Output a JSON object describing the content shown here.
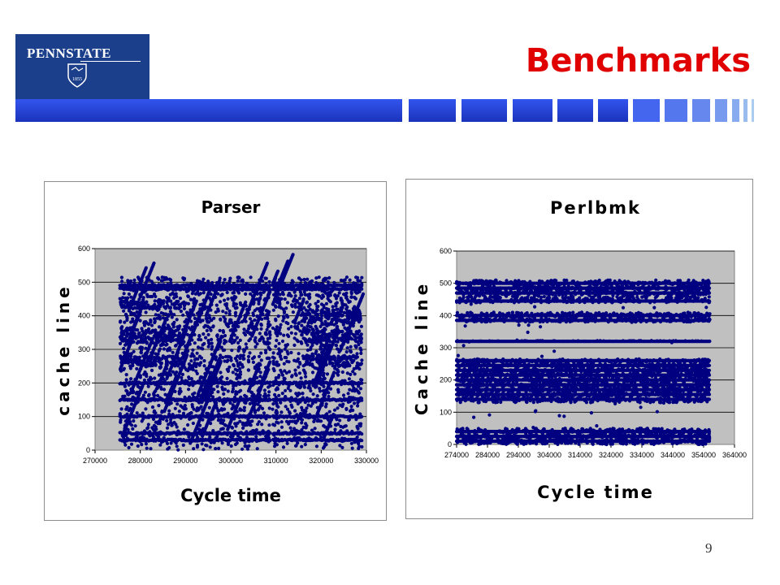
{
  "slide": {
    "title": "Benchmarks",
    "page_number": "9",
    "logo_text": "PENNSTATE",
    "logo_year": "1855",
    "title_color": "#e00000",
    "brand_color": "#1b3f8b",
    "accent_color": "#2244dd"
  },
  "chart_data": [
    {
      "type": "scatter",
      "title": "Parser",
      "xlabel": "Cycle time",
      "ylabel": "cache line",
      "xlim": [
        270000,
        330000
      ],
      "ylim": [
        0,
        600
      ],
      "xticks": [
        270000,
        280000,
        290000,
        300000,
        310000,
        320000,
        330000
      ],
      "yticks": [
        0,
        100,
        200,
        300,
        400,
        500,
        600
      ],
      "grid": true,
      "marker_color": "#000080",
      "plot_background": "#c0c0c0",
      "series": [
        {
          "x_range": [
            275500,
            329000
          ],
          "y_range": [
            0,
            515
          ],
          "dense_bands": [
            {
              "y": [
                250,
                280
              ],
              "x": [
                275500,
                289000
              ]
            },
            {
              "y": [
                320,
                360
              ],
              "x": [
                275500,
                289000
              ]
            },
            {
              "y": [
                420,
                445
              ],
              "x": [
                275500,
                289000
              ]
            },
            {
              "y": [
                250,
                280
              ],
              "x": [
                316000,
                329000
              ]
            },
            {
              "y": [
                320,
                360
              ],
              "x": [
                316000,
                329000
              ]
            },
            {
              "y": [
                380,
                420
              ],
              "x": [
                316000,
                329000
              ]
            }
          ],
          "gap_at_x": 309000
        }
      ]
    },
    {
      "type": "scatter",
      "title": "Perlbmk",
      "xlabel": "Cycle time",
      "ylabel": "Cache line",
      "xlim": [
        274000,
        364000
      ],
      "ylim": [
        0,
        600
      ],
      "xticks": [
        274000,
        284000,
        294000,
        304000,
        314000,
        324000,
        334000,
        344000,
        354000,
        364000
      ],
      "yticks": [
        0,
        100,
        200,
        300,
        400,
        500,
        600
      ],
      "grid": true,
      "marker_color": "#000080",
      "plot_background": "#c0c0c0",
      "series": [
        {
          "x_range": [
            274000,
            356000
          ],
          "dense_bands": [
            {
              "y": [
                0,
                50
              ],
              "x": [
                274000,
                356000
              ]
            },
            {
              "y": [
                130,
                265
              ],
              "x": [
                274000,
                356000
              ]
            },
            {
              "y": [
                320,
                322
              ],
              "x": [
                274000,
                356000
              ]
            },
            {
              "y": [
                380,
                410
              ],
              "x": [
                274000,
                356000
              ]
            },
            {
              "y": [
                440,
                510
              ],
              "x": [
                274000,
                356000
              ]
            }
          ]
        }
      ]
    }
  ]
}
